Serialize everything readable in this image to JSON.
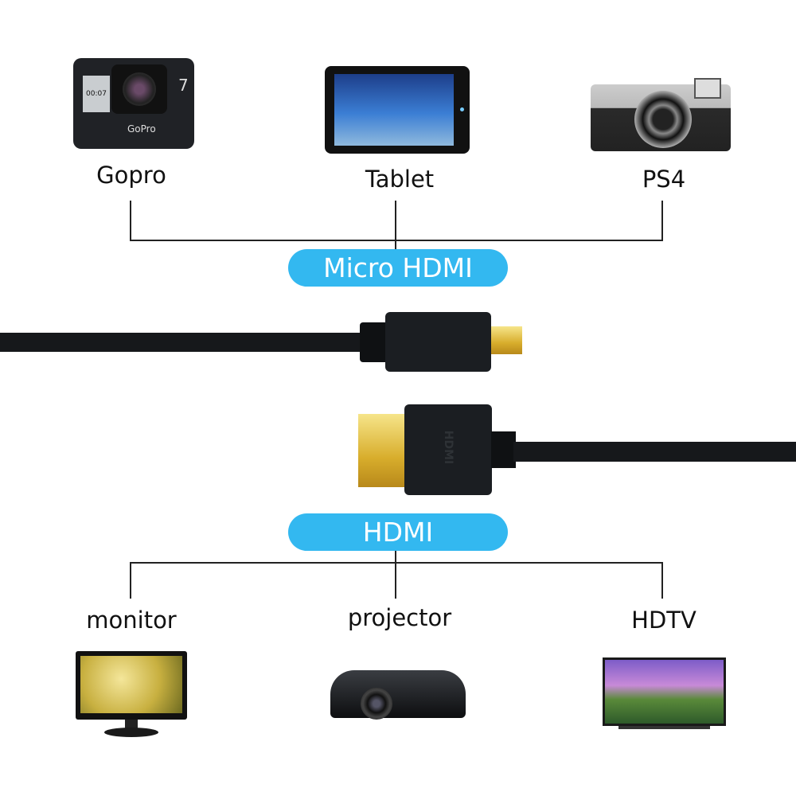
{
  "top_devices": [
    {
      "label": "Gopro",
      "logo": "GoPro",
      "badge": "7",
      "screen": "00:07"
    },
    {
      "label": "Tablet"
    },
    {
      "label": "PS4"
    }
  ],
  "top_connector": {
    "label": "Micro HDMI"
  },
  "bottom_connector": {
    "label": "HDMI",
    "logo": "HDMI"
  },
  "bottom_devices": [
    {
      "label": "monitor"
    },
    {
      "label": "projector"
    },
    {
      "label": "HDTV"
    }
  ],
  "colors": {
    "pill": "#33b8f0",
    "cable": "#16181b",
    "gold": "#d8ad2c"
  }
}
